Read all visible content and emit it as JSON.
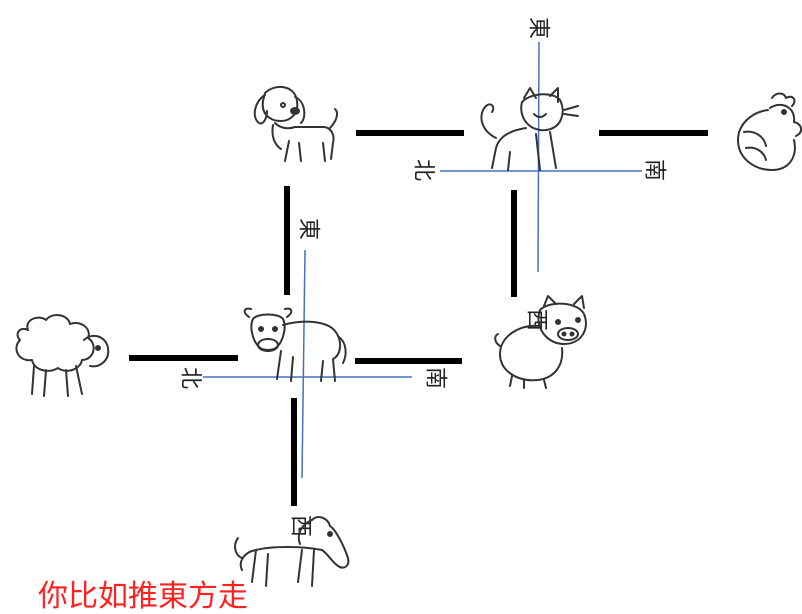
{
  "labels": {
    "cat_compass": {
      "east": "東",
      "west": "西",
      "north": "北",
      "south": "南"
    },
    "ox_compass": {
      "east": "東",
      "west": "西",
      "north": "北",
      "south": "南"
    }
  },
  "animals": [
    {
      "id": "dog",
      "icon": "dog-icon"
    },
    {
      "id": "cat",
      "icon": "cat-icon"
    },
    {
      "id": "chicken",
      "icon": "chicken-icon"
    },
    {
      "id": "sheep",
      "icon": "sheep-icon"
    },
    {
      "id": "ox",
      "icon": "ox-icon"
    },
    {
      "id": "pig",
      "icon": "pig-icon"
    },
    {
      "id": "horse",
      "icon": "horse-icon"
    }
  ],
  "caption": "你比如推東方走",
  "colors": {
    "road": "#000000",
    "compass": "#4472c4",
    "caption": "#ff2020"
  }
}
